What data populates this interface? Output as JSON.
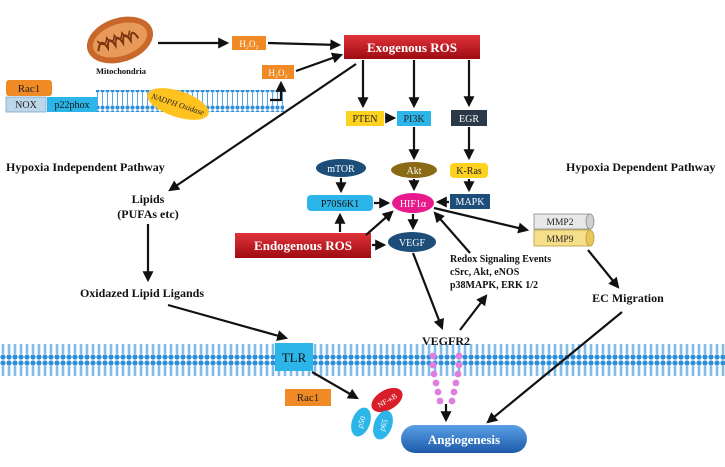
{
  "labels": {
    "mitochondria": "Mitochondria",
    "h2o2_top": "H₂O₂",
    "h2o2_lower": "H₂O₂",
    "exogenous_ros": "Exogenous ROS",
    "rac1_top": "Rac1",
    "nox": "NOX",
    "p22phox": "p22phox",
    "nadph_oxidase": "NADPH Oxidase",
    "pten": "PTEN",
    "pi3k": "PI3K",
    "egr": "EGR",
    "hypoxia_independent": "Hypoxia Independent Pathway",
    "hypoxia_dependent": "Hypoxia Dependent Pathway",
    "mtor": "mTOR",
    "akt": "Akt",
    "kras": "K-Ras",
    "p70s6k1": "P70S6K1",
    "hif1a": "HIF1α",
    "mapk": "MAPK",
    "mmp2": "MMP2",
    "mmp9": "MMP9",
    "lipids_line1": "Lipids",
    "lipids_line2": "(PUFAs etc)",
    "endogenous_ros": "Endogenous ROS",
    "vegf": "VEGF",
    "redox_line1": "Redox Signaling Events",
    "redox_line2": "cSrc, Akt, eNOS",
    "redox_line3": "p38MAPK, ERK 1/2",
    "oxidized_lipid_ligands": "Oxidazed Lipid Ligands",
    "ec_migration": "EC Migration",
    "vegfr2": "VEGFR2",
    "tlr": "TLR",
    "rac1_bottom": "Rac1",
    "nfkb": "NF-κB",
    "p50": "p50",
    "p65": "p65",
    "angiogenesis": "Angiogenesis"
  },
  "colors": {
    "ros_red": "#c8141b",
    "orange": "#f08a24",
    "yellow": "#ffd21f",
    "cyan": "#2cb5e8",
    "navy": "#1d4e7a",
    "dark_slate": "#2a3848",
    "olive": "#8a6a14",
    "magenta": "#e8198c",
    "membrane_blue": "#2e8fd8"
  }
}
